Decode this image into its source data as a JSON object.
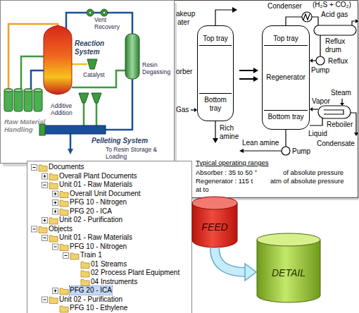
{
  "diagram": {
    "nodes": [
      {
        "text": [
          "Top tray",
          "Bottom tray"
        ]
      },
      {
        "text": [
          "Top tray",
          "Regenerator",
          "Bottom tray"
        ]
      },
      {
        "text": [
          "FEED"
        ]
      },
      {
        "text": [
          "DETAIL"
        ]
      }
    ],
    "edges": [
      {
        "from": 2,
        "to": 3,
        "arrow": "to"
      }
    ],
    "labels": [
      "Reaction System",
      "Vent Recovery",
      "Catalyst",
      "Resin Degassing",
      "Additive Addition",
      "Raw Material Handling",
      "Pelleting System",
      "To Resin Storage & Loading",
      "akeup",
      "ater",
      "orber",
      "Gas",
      "Rich amine",
      "Condenser",
      "(H₂S + CO₂)",
      "Acid gas",
      "Reflux drum",
      "Reflux",
      "Pump",
      "Steam",
      "Vapor",
      "Reboiler",
      "Liquid",
      "Condensate",
      "Lean amine",
      "Pump",
      "Typical operating ranges",
      "Absorber : 35 to 50 °",
      "of absolute pressure",
      "Regenerator : 115 t",
      "atm of absolute pressure",
      "at to",
      "Documents",
      "Overall Plant Documents",
      "Unit 01 - Raw Materials",
      "Overall Unit Document",
      "PFG 10 - Nitrogen",
      "PFG 20 - ICA",
      "Unit 02 - Purification",
      "Objects",
      "Unit 01 - Raw Materials",
      "PFG 10 - Nitrogen",
      "Train 1",
      "01 Streams",
      "02 Process Plant Equipment",
      "04 Instruments",
      "PFG 20 - ICA",
      "Unit 02 - Purification",
      "PFG 10 - Ethylene"
    ]
  }
}
